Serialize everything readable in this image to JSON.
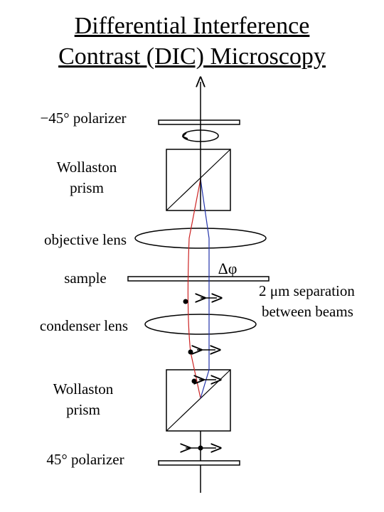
{
  "title": {
    "line1": "Differential Interference",
    "line2": "Contrast (DIC) Microscopy"
  },
  "labels": {
    "top_polarizer": "−45° polarizer",
    "top_wollaston_line1": "Wollaston",
    "top_wollaston_line2": "prism",
    "objective_lens": "objective lens",
    "sample": "sample",
    "phase_difference": "Δφ",
    "condenser_lens": "condenser lens",
    "separation_line1": "2 μm separation",
    "separation_line2": "between beams",
    "bottom_wollaston_line1": "Wollaston",
    "bottom_wollaston_line2": "prism",
    "bottom_polarizer": "45° polarizer"
  },
  "colors": {
    "line": "#000000",
    "beam_red": "#cc2222",
    "beam_blue": "#2233aa"
  }
}
